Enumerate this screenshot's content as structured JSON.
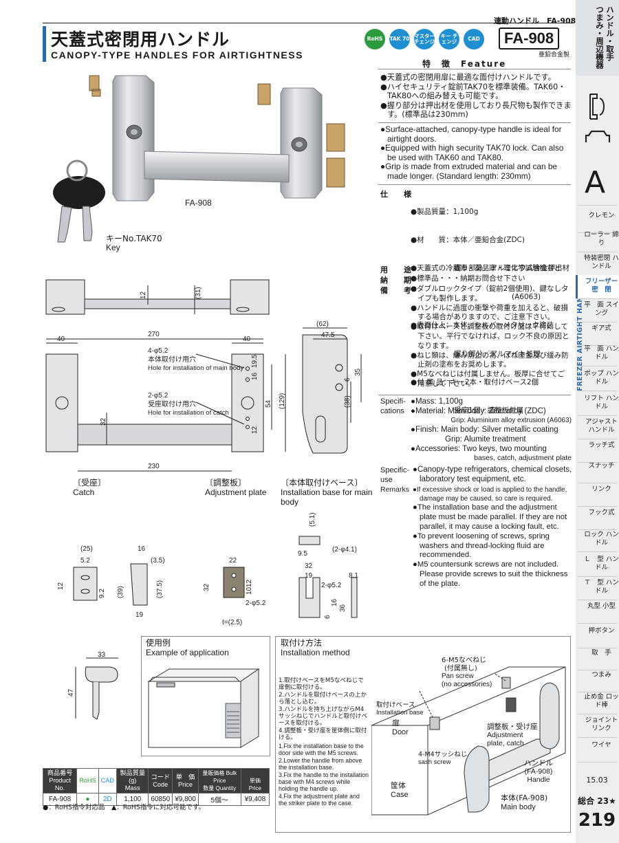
{
  "header": {
    "category_path": "連動ハンドル　FA-908",
    "title_jp": "天蓋式密閉用ハンドル",
    "title_en": "CANOPY-TYPE HANDLES FOR AIRTIGHTNESS",
    "model": "FA-908",
    "material_note": "亜鉛合金製",
    "badges": [
      {
        "label": "RoHS",
        "color": "#2e9a3e"
      },
      {
        "label": "TAK 70",
        "color": "#1f8fd0"
      },
      {
        "label": "マスター チェンジ",
        "color": "#1f8fd0"
      },
      {
        "label": "キー チェンジ",
        "color": "#1f8fd0"
      },
      {
        "label": "CAD",
        "color": "#1f8fd0"
      }
    ]
  },
  "photo": {
    "product_label": "FA-908",
    "key_label_jp": "キーNo.TAK70",
    "key_label_en": "Key"
  },
  "feature": {
    "heading": "特　徴　Feature",
    "jp": [
      "●天蓋式の密閉用扉に最適な面付けハンドルです。",
      "●ハイセキュリティ錠前TAK70を標準装備。TAK60・TAK80への組み替えも可能です。",
      "●握り部分は押出材を使用しており長尺物も製作できます。(標準品は230mm)"
    ],
    "en": [
      "●Surface-attached, canopy-type handle is ideal for airtight doors.",
      "●Equipped with high security TAK70 lock. Can also be used with TAK60 and TAK80.",
      "●Grip is made from extruded material and can be made longer. (Standard length: 230mm)"
    ]
  },
  "specs_jp": {
    "label_spec": "仕　様",
    "spec_lines": [
      "●製品質量：1,100g",
      "●材　　質：本体／亜鉛合金(ZDC)",
      "　　　　　　握り部分／アルミニウム合金押出材",
      "　　　　　　　　　　　　　　(A6063)",
      "●表面仕上：本体／シルバーメタリック塗装",
      "　　　　　　握り部分／アルマイト処理",
      "●付 属 品：キー2本・取付けベース2個",
      "　　　　　　受座1個・調整板付属"
    ],
    "label_use": "用　途",
    "use": "●天蓋式の冷蔵庫・薬品庫・理化学試験機など",
    "label_delivery": "納　期",
    "delivery": "●標準品・・・納期お問合せ下さい",
    "label_notes": "備　考",
    "notes": [
      "●ダブルロックタイプ（錠前2個使用)、鍵なしタイプも製作します。",
      "●ハンドルに過度の衝撃や荷重を加えると、破損する場合がありますので、ご注意下さい。",
      "●取付けベースと調整板の取付け面は平行にして下さい。平行でなければ、ロック不良の原因となります。",
      "●ねじ類は、緩み防止の為、ばね座金及び緩み防止剤の塗布をお奨めします。",
      "●M5なべねじは付属しません。板厚に合せてご用意して下さい。"
    ]
  },
  "specs_en": {
    "label_spec": "Specifi- cations",
    "spec_lines": [
      "●Mass: 1,100g",
      "●Material: Main body: Zinc alloy (ZDC)",
      "Grip: Aluminium alloy extrusion (A6063)",
      "●Finish: Main body: Silver metallic coating",
      "Grip: Alumite treatment",
      "●Accessories: Two keys, two mounting",
      "bases, catch, adjustment plate"
    ],
    "label_use": "Specific- use",
    "use": "●Canopy-type refrigerators, chemical closets, laboratory test equipment, etc.",
    "label_remarks": "Remarks",
    "remarks": [
      "●If excessive shock or load is applied to the handle, damage may be caused, so care is required.",
      "●The installation base and the adjustment plate must be made parallel.  If they are not parallel, it may cause a locking fault, etc.",
      "●To prevent loosening of screws, spring washers and thread-locking fluid are recommended.",
      "●M5 countersunk screws are not included.  Please provide screws to suit the thickness of the plate."
    ]
  },
  "drawing": {
    "dims": {
      "d12": "12",
      "d31": "(31)",
      "d270": "270",
      "d40a": "40",
      "d40b": "40",
      "d62": "(62)",
      "d47_5": "47.5",
      "d19_5": "19.5",
      "d16a": "16",
      "d54": "54",
      "d12b": "12",
      "d129": "(129)",
      "d35": "35",
      "d6": "6",
      "d38": "(38)",
      "d32": "32",
      "d230": "230"
    },
    "hole1_jp": "4-φ5.2",
    "hole1_jp2": "本体取付け用穴",
    "hole1_en": "Hole for installation of main body",
    "hole2_jp": "2-φ5.2",
    "hole2_jp2": "受座取付け用穴",
    "hole2_en": "Hole for installation of catch"
  },
  "parts": {
    "catch_jp": "〔受座〕",
    "catch_en": "Catch",
    "adj_jp": "〔調整板〕",
    "adj_en": "Adjustment plate",
    "base_jp": "〔本体取付けベース〕",
    "base_en": "Installation base for main body",
    "catch_dims": {
      "d25": "(25)",
      "d5_2": "5.2",
      "d12": "12",
      "d9_2": "9.2",
      "d16": "16",
      "d3_5": "(3.5)",
      "d39": "(39)",
      "d37_5": "(37.5)",
      "d19": "19"
    },
    "adj_dims": {
      "d22": "22",
      "d32": "32",
      "d12": "12",
      "d10": "10",
      "hole": "2-φ5.2",
      "t": "t=(2.5)"
    },
    "base_dims": {
      "d5_1": "(5.1)",
      "d9_5": "9.5",
      "hole4": "(2-φ4.1)",
      "d32": "32",
      "d19": "19",
      "d8_1": "8.1",
      "hole5": "2-φ5.2",
      "d16": "16",
      "d36": "36",
      "d6": "6"
    },
    "key_dims": {
      "d33": "33",
      "d47": "47"
    }
  },
  "application": {
    "title_jp": "使用例",
    "title_en": "Example of application"
  },
  "installation": {
    "title_jp": "取付け方法",
    "title_en": "Installation method",
    "steps_jp": [
      "1.取付けベースをM5なべねじで扉側に取付ける。",
      "2.ハンドルを取付けベースの上から落とし込む。",
      "3.ハンドルを持ち上げながらM4サッシねじでハンドルと取付けベースを取付ける。",
      "4.調整板・受け座を筐体側に取付ける。"
    ],
    "steps_en": [
      "1.Fix the installation base to the door side with the M5 screws.",
      "2.Lower the handle from above the installation base.",
      "3.Fix the handle to the installation base with M4 screws while holding the handle up.",
      "4.Fix the adjustment plate and the striker plate to the case."
    ],
    "callouts": {
      "screw_jp": "6-M5なべねじ",
      "screw_jp2": "(付属無し)",
      "screw_en": "Pan screw",
      "screw_en2": "(no accessories)",
      "base_jp": "取付けベース",
      "base_en": "Installation base",
      "door_jp": "扉",
      "door_en": "Door",
      "sash_jp": "4-M4サッシねじ",
      "sash_en": "sash screw",
      "adj_jp": "調整板・受け座",
      "adj_en": "Adjustment plate, catch",
      "handle_jp": "ハンドル",
      "handle_model": "(FA-908)",
      "handle_en": "Handle",
      "case_jp": "筐体",
      "case_en": "Case",
      "body_jp": "本体(FA-908)",
      "body_en": "Main body"
    }
  },
  "table": {
    "headers": [
      {
        "jp": "商品番号",
        "en": "Product No."
      },
      {
        "jp": "",
        "en": "RoHS"
      },
      {
        "jp": "",
        "en": "CAD"
      },
      {
        "jp": "製品質量(g)",
        "en": "Mass"
      },
      {
        "jp": "コード",
        "en": "Code"
      },
      {
        "jp": "単　価",
        "en": "Price"
      },
      {
        "jp": "量販価格 Bulk Price",
        "en": "数量 Quantity"
      },
      {
        "jp": "",
        "en": "単価 Price"
      }
    ],
    "row": {
      "product": "FA-908",
      "rohs": "●",
      "cad": "2D",
      "mass": "1,100",
      "code": "60850",
      "price": "¥9,800",
      "qty": "5個〜",
      "bulk": "¥9,408"
    },
    "legend": "●：RoHS指令対応品　▲：RoHS指令に対応可能です。"
  },
  "sidebar": {
    "top": "ハンドル・取手 つまみ・周辺機器",
    "section_letter": "A",
    "vertical_label": "FREEZER AIRTIGHT HANDLES",
    "items": [
      {
        "label": "クレモン"
      },
      {
        "label": "ローラー 締り"
      },
      {
        "label": "特装密閉 ハンドル"
      },
      {
        "label": "フリーザー 密　閉",
        "active": true
      },
      {
        "label": "平　面 スイング"
      },
      {
        "label": "ギア式"
      },
      {
        "label": "平　面 ハンドル"
      },
      {
        "label": "ポップ ハンドル"
      },
      {
        "label": "リフト ハンドル"
      },
      {
        "label": "アジャスト ハンドル"
      },
      {
        "label": "ラッチ式"
      },
      {
        "label": "スナッチ"
      },
      {
        "label": "リンク"
      },
      {
        "label": "フック式"
      },
      {
        "label": "ロック ハンドル"
      },
      {
        "label": "Ｌ　型 ハンドル"
      },
      {
        "label": "Ｔ　型 ハンドル"
      },
      {
        "label": "丸型 小型"
      },
      {
        "label": "押ボタン"
      },
      {
        "label": "取　手"
      },
      {
        "label": "つまみ"
      },
      {
        "label": "止め金 ロッド棒"
      },
      {
        "label": "ジョイント リンク"
      },
      {
        "label": "ワイヤ"
      }
    ],
    "date": "15.03",
    "total": "総合 23★",
    "page": "219"
  }
}
